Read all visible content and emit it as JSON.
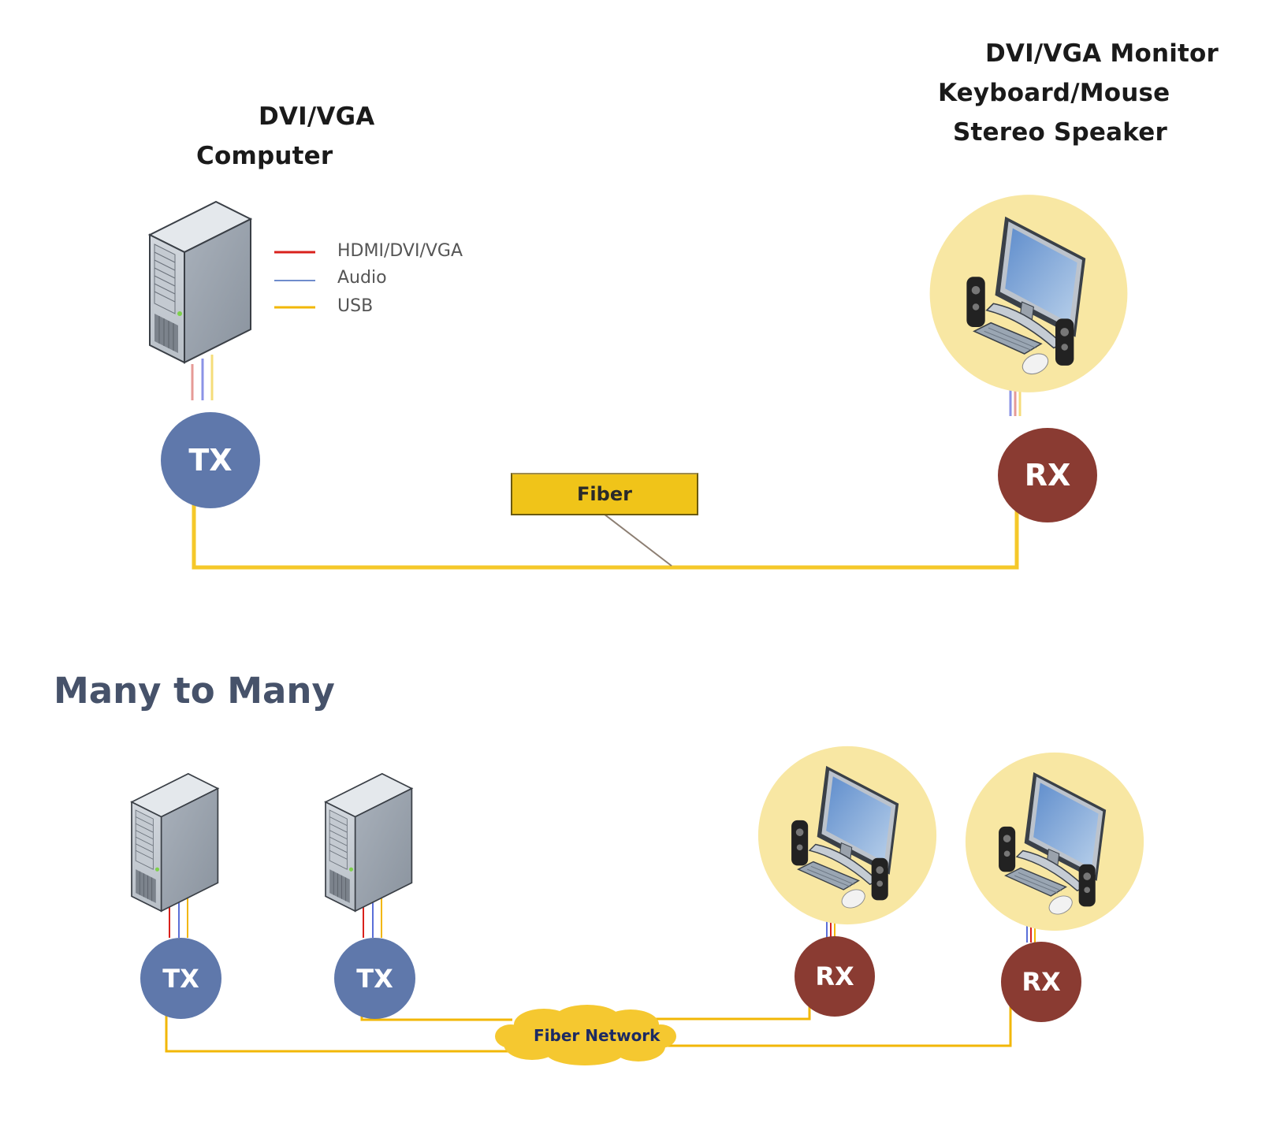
{
  "top_section": {
    "source_label": {
      "line1": "DVI/VGA",
      "line2": "Computer"
    },
    "destination_label": {
      "line1": "DVI/VGA Monitor",
      "line2": "Keyboard/Mouse",
      "line3": "Stereo Speaker"
    },
    "legend": [
      {
        "label": "HDMI/DVI/VGA",
        "color": "#d9211c"
      },
      {
        "label": "Audio",
        "color": "#6f8ccc"
      },
      {
        "label": "USB",
        "color": "#f2b705"
      }
    ],
    "tx_label": "TX",
    "rx_label": "RX",
    "link_label": "Fiber"
  },
  "bottom_section": {
    "title": "Many to Many",
    "transmitters": [
      {
        "label": "TX"
      },
      {
        "label": "TX"
      }
    ],
    "receivers": [
      {
        "label": "RX"
      },
      {
        "label": "RX"
      }
    ],
    "network_label": "Fiber Network"
  },
  "colors": {
    "tx": "#5f78ab",
    "rx": "#8a3b32",
    "fiber": "#f2c01a",
    "station_bg": "#f8e7a3",
    "video_cable": "#d9211c",
    "audio_cable": "#5a6fd8",
    "usb_cable": "#f2b705"
  }
}
